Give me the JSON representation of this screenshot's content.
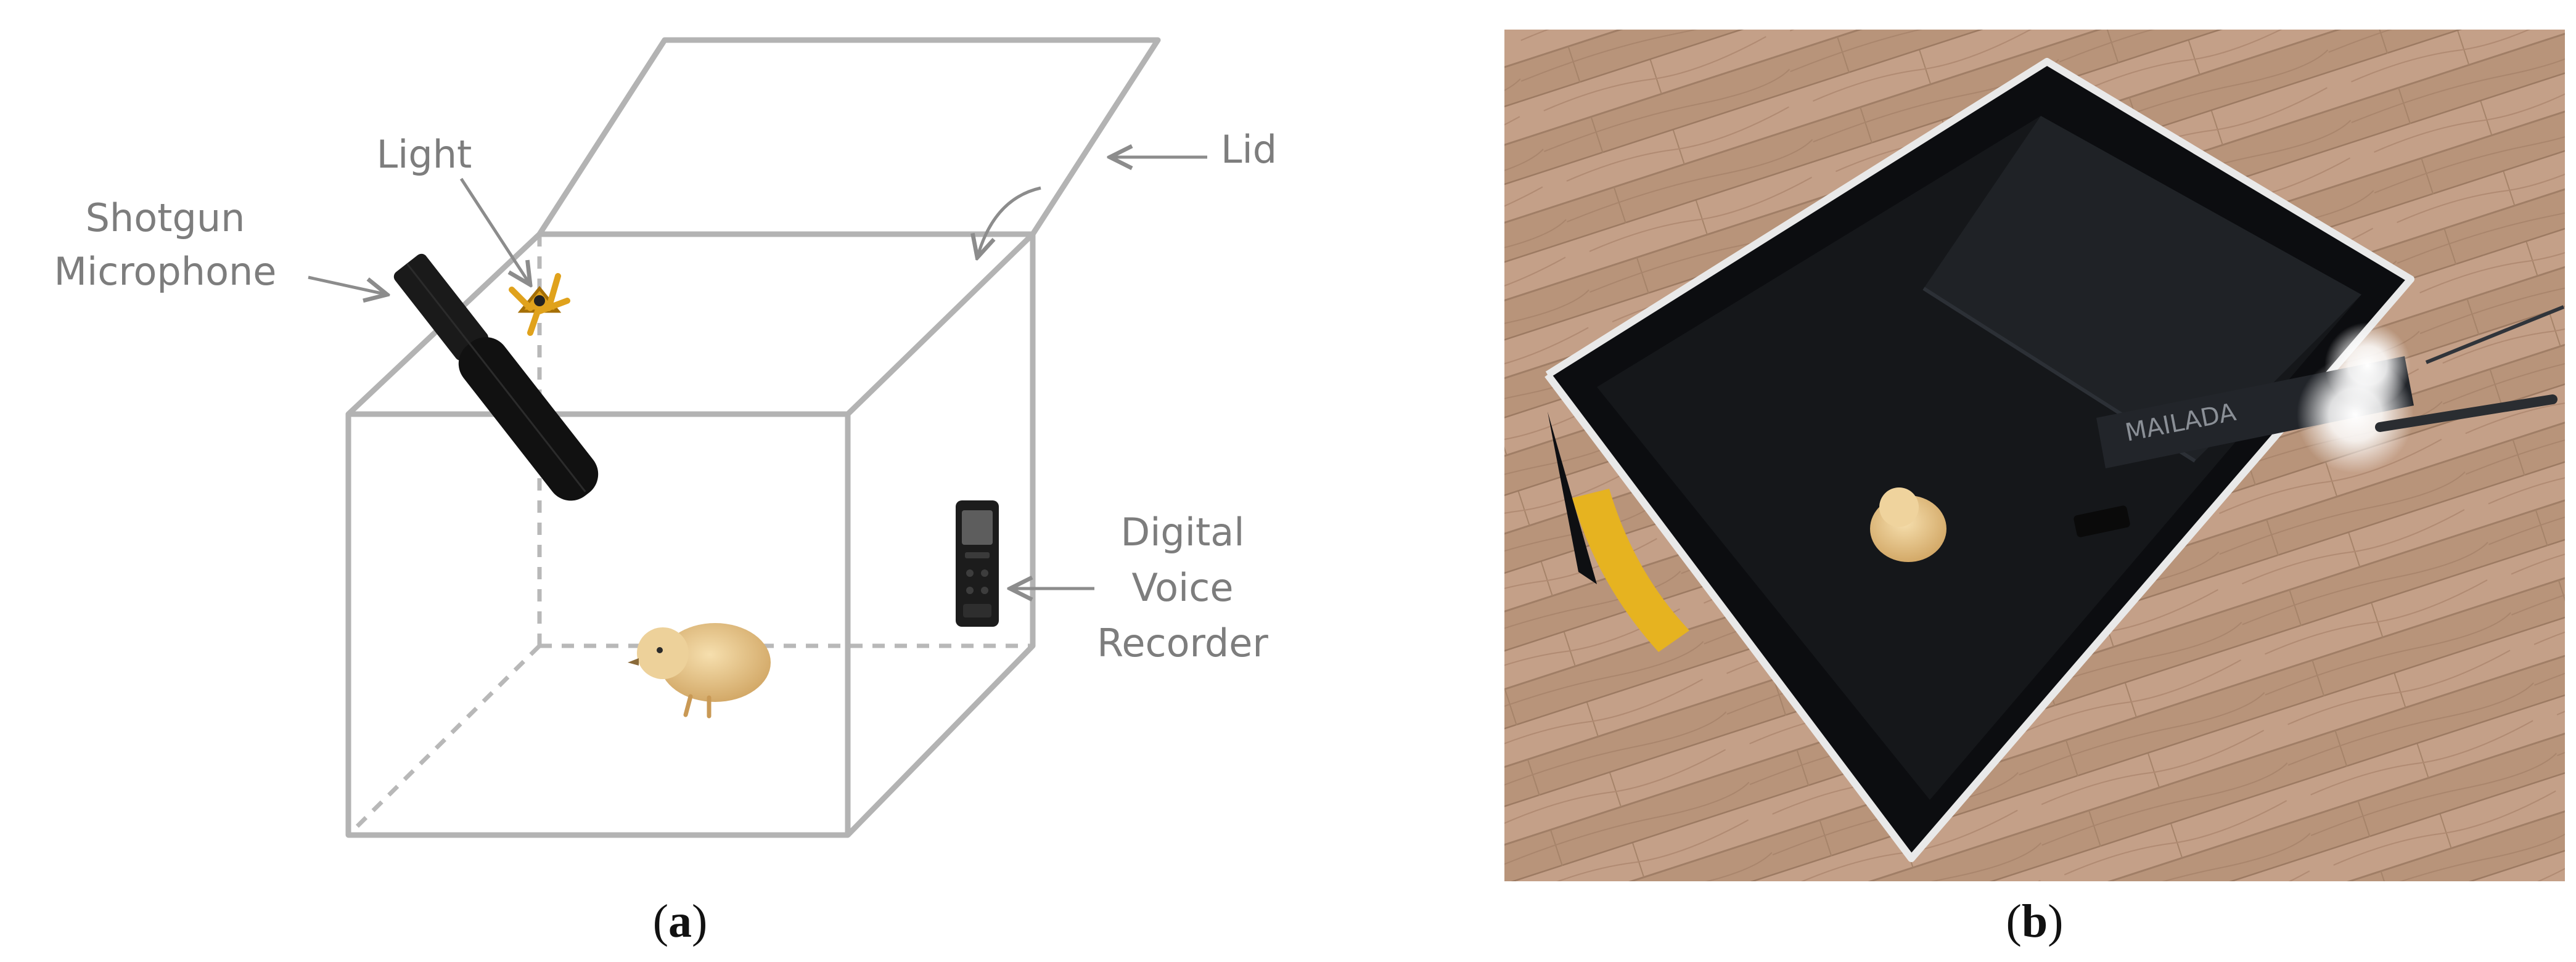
{
  "panel_a": {
    "labels": {
      "light": "Light",
      "lid": "Lid",
      "microphone_line1": "Shotgun",
      "microphone_line2": "Microphone",
      "recorder_line1": "Digital",
      "recorder_line2": "Voice",
      "recorder_line3": "Recorder"
    },
    "caption": {
      "open": "(",
      "letter": "a",
      "close": ")"
    }
  },
  "panel_b": {
    "light_bar_brand": "MAILADA",
    "caption": {
      "open": "(",
      "letter": "b",
      "close": ")"
    }
  },
  "colors": {
    "box_edges": "#b3b3b3",
    "label_text": "#7d7d7d",
    "light_body": "#e0a21c",
    "bag_liner": "#15171a",
    "floor_wood": "#b8947a",
    "chick": "#e8c98e"
  },
  "icons": {
    "microphone": "shotgun-microphone-icon",
    "light": "clip-light-icon",
    "recorder": "voice-recorder-icon",
    "chick": "chick-icon"
  }
}
